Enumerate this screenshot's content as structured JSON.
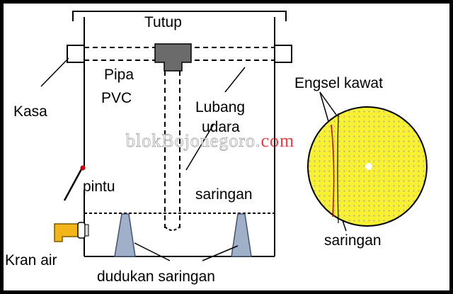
{
  "labels": {
    "tutup": "Tutup",
    "pipa": "Pipa",
    "pvc": "PVC",
    "kasa": "Kasa",
    "lubang": "Lubang",
    "udara": "udara",
    "pintu": "pintu",
    "saringan_tank": "saringan",
    "kran_air": "Kran air",
    "dudukan_saringan": "dudukan saringan",
    "engsel_kawat": "Engsel kawat",
    "saringan_disc": "saringan"
  },
  "watermark": {
    "text_main": "blokBojonegoro.",
    "text_accent": "com"
  },
  "colors": {
    "frame": "#000000",
    "panel": "#ffffff",
    "disc_fill": "#f7f132",
    "disc_dots": "#b8b08a",
    "tee_fitting": "#6b6b6b",
    "stand": "#9fb0c8",
    "stand_stroke": "#42526e",
    "faucet": "#f2b51a",
    "valve_dot": "#cc0000",
    "hinge": "#cc0000",
    "watermark_accent": "#e0202a"
  }
}
